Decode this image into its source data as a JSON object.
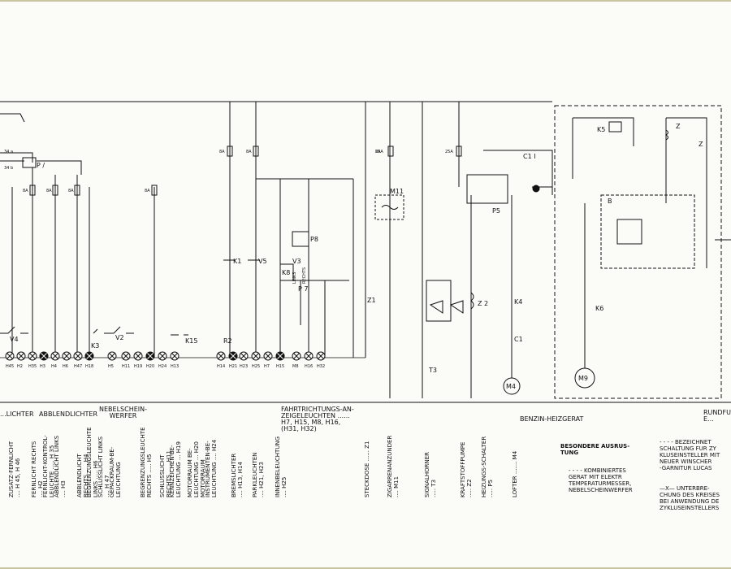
{
  "groups": {
    "fernlicht": "...LICHTER",
    "abblend": "ABBLENDLICHTER",
    "nebel": "NEBELSCHEIN-\nWERFER",
    "fahrt": "FAHRTRICHTUNGS-AN-\nZEIGELEUCHTEN ......\nH7, H15, M8, H16,\n(H31, H32)",
    "heiz": "BENZIN-HEIZGERAT",
    "rund": "RUNDFU...\nE..."
  },
  "verticals": [
    "ZUSATZ-FERNLICHT\n.... H 45, H 46",
    "FERNLICHT RECHTS\n.... H2",
    "FERNLICHT-KONTROL-\nLEUCHTE ..... H 35",
    "ABBLENDLICHT LINKS\n.... H3",
    "ABBLENDLICHT\nRECHTS ..... H4",
    "BEGRENZUNGSLEUCHTE\nLINKS ..... H6",
    "SCHLUSSLICHT LINKS\n.... H 47",
    "GEPACKRAUM-BE-\nLEUCHTUNG",
    "BEGRENZUNGSLEUCHTE\nRECHTS ..... H5",
    "SCHLUSSLICHT\nRECHTS ..... H11",
    "KENNZEICHEN-BE-\nLEUCHTUNG ... H19",
    "MOTORRAUM BE-\nLEUCHTUNG ... H20\nMOTORRAUM",
    "INSTRUMENTEN-BE-\nLEUCHTUNG .... H24",
    "BREMSLICHTER\n.... H13, H14",
    "PARKLEUCHTEN\n.... H21, H23",
    "INNENBELEUCHTUNG\n.... H25",
    "STECKDOSE ...... Z1",
    "ZIGARRENANZUNDER\n.... M11",
    "SIGNALHORNER\n..... T3",
    "KRAFTSTOFFPUMPE\n..... Z2",
    "HEIZUNGS-SCHALTER\n..... P5",
    "LOFTER ....... M4"
  ],
  "notes": {
    "besondere": "BESONDERE AUSRUS-\nTUNG",
    "kombi": "- - - - KOMBINIERTES\nGERAT MIT ELEKTR\nTEMPERATURMESSER,\nNEBELSCHEINWERFER",
    "bezeich": "- - - - BEZEICHNET\nSCHALTUNG FUR ZY\nKLUSEINSTELLER MIT\nNEUER WINSCHER\n-GARNITUR LUCAS",
    "unterbre": "—X— UNTERBRE-\nCHUNG DES KREISES\nBEI ANWENDUNG DE\nZYKLUSEINSTELLERS"
  },
  "components": {
    "P": "P /",
    "V4": "V4",
    "V2": "V2",
    "K3": "K3",
    "K15": "K15",
    "R2": "R2",
    "K1": "K1",
    "V5": "V5",
    "V3": "V3",
    "K8": "K8",
    "P8": "P8",
    "links": "LINKS",
    "rechts": "RECHTS",
    "P7": "P 7",
    "Z1": "Z1",
    "M11": "M11",
    "T3": "T3",
    "Z2": "Z 2",
    "K4": "K4",
    "C1": "C1",
    "C1b": "C1 I",
    "M4": "M4",
    "P5": "P5",
    "K5": "K5",
    "K6": "K6",
    "M9": "M9",
    "B": "B",
    "Zc": "Z",
    "Z3": "Z"
  },
  "fuses": [
    "34 a",
    "34 b",
    "8A",
    "8A",
    "8A",
    "8A",
    "8A",
    "8A",
    "8A",
    "25A",
    "25A"
  ],
  "lamps": [
    "H45",
    "H2",
    "H35",
    "H3",
    "H4",
    "H6",
    "H47",
    "H18",
    "H5",
    "H11",
    "H19",
    "H20",
    "H24",
    "H13",
    "H14",
    "H21",
    "H23",
    "H25",
    "H7",
    "H15",
    "M8",
    "H16",
    "H32"
  ]
}
